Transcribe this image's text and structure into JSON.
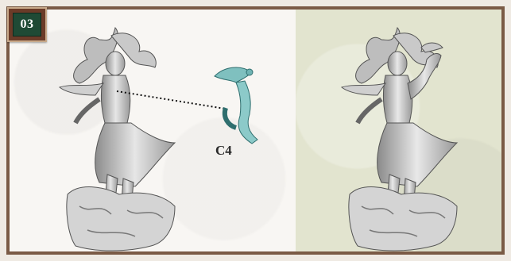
{
  "step": {
    "number": "03"
  },
  "callout": {
    "part_label": "C4"
  },
  "icons": [
    "figure-assembly-illustration",
    "part-c4-illustration",
    "figure-completed-illustration",
    "leader-line"
  ],
  "colors": {
    "frame": "#7a5a45",
    "badge_outer": "#6b3b28",
    "badge_inner": "#1f4a35",
    "part_highlight": "#6fb3b3",
    "right_panel": "#e2e4cf"
  }
}
